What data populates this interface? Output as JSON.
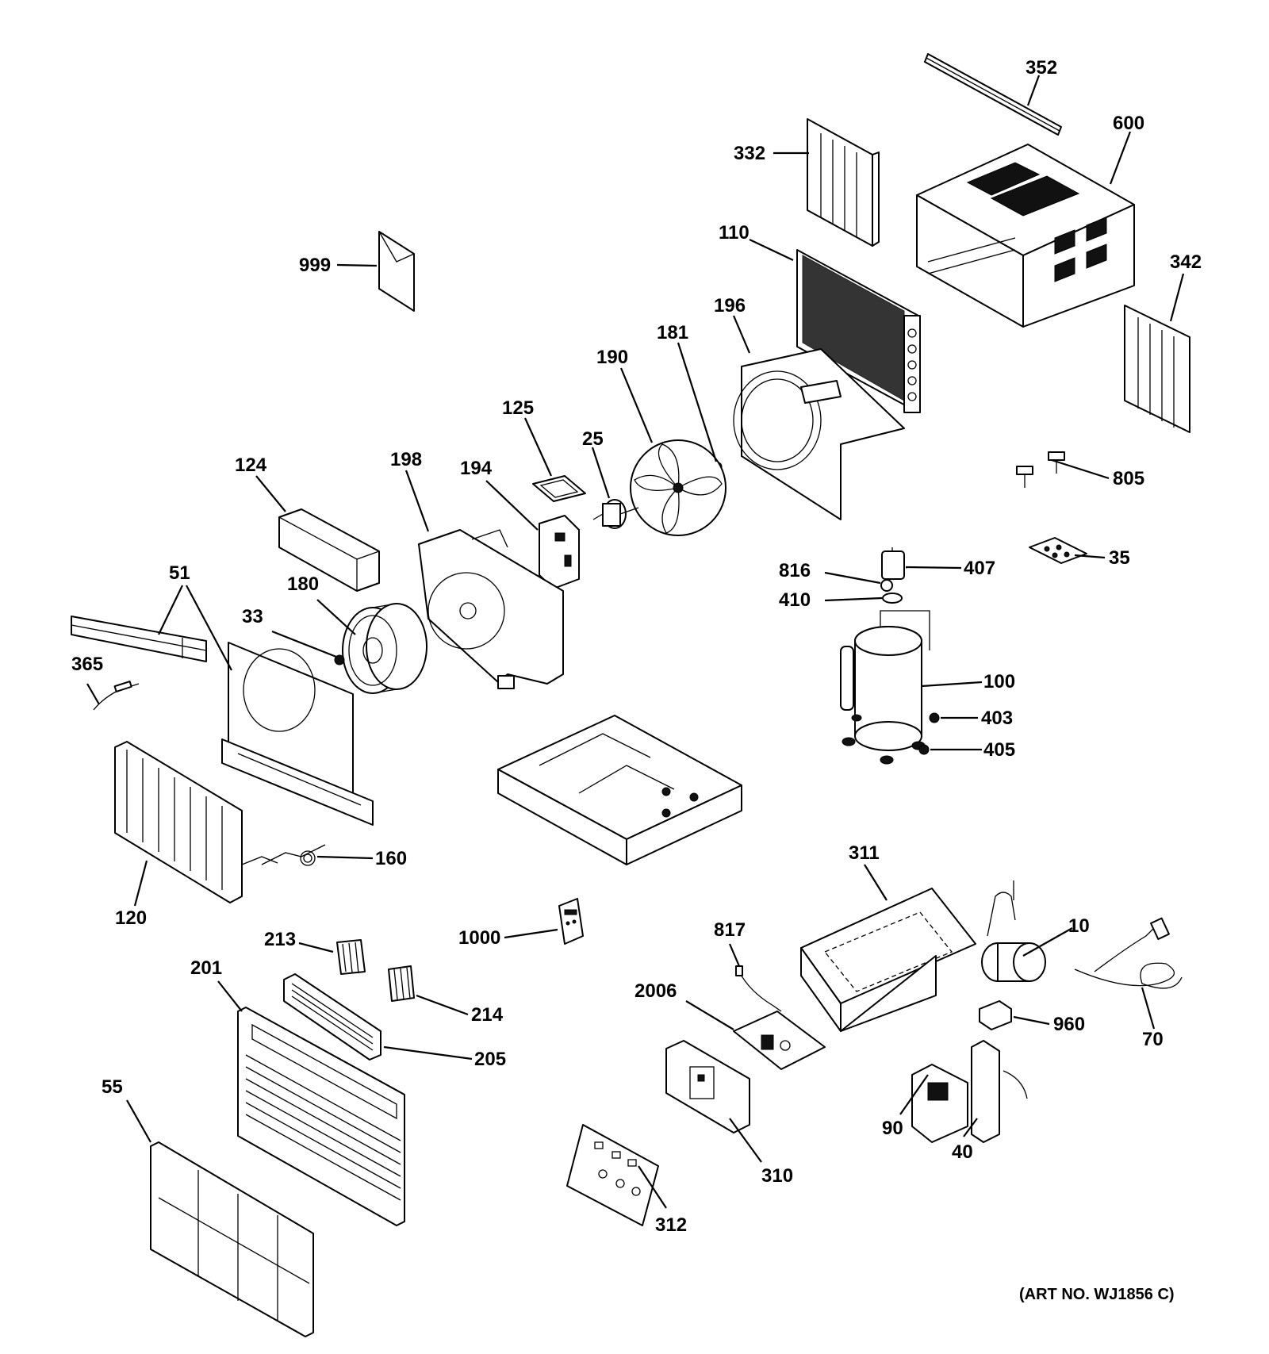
{
  "art_number": "(ART NO. WJ1856 C)",
  "callouts": {
    "c352": "352",
    "c600": "600",
    "c332": "332",
    "c110": "110",
    "c342": "342",
    "c999": "999",
    "c196": "196",
    "c181": "181",
    "c190": "190",
    "c125": "125",
    "c25": "25",
    "c124": "124",
    "c198": "198",
    "c194": "194",
    "c805": "805",
    "c35": "35",
    "c51": "51",
    "c180": "180",
    "c816": "816",
    "c407": "407",
    "c410": "410",
    "c33": "33",
    "c365": "365",
    "c100": "100",
    "c403": "403",
    "c405": "405",
    "c160": "160",
    "c120": "120",
    "c311": "311",
    "c817": "817",
    "c10": "10",
    "c1000": "1000",
    "c213": "213",
    "c201": "201",
    "c2006": "2006",
    "c960": "960",
    "c214": "214",
    "c70": "70",
    "c205": "205",
    "c55": "55",
    "c90": "90",
    "c40": "40",
    "c310": "310",
    "c312": "312"
  }
}
